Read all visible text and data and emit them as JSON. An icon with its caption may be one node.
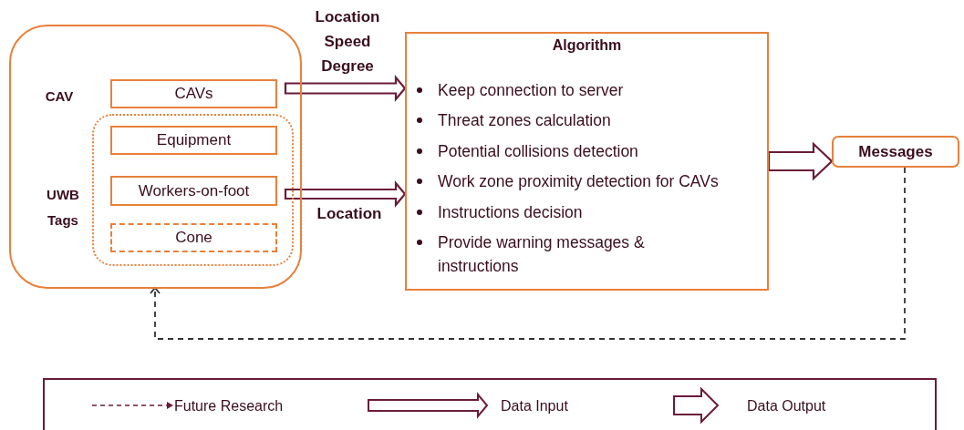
{
  "diagram": {
    "nodes": [
      {
        "text": [
          "CAV",
          "UWB Tags"
        ]
      },
      {
        "text": [
          "CAVs"
        ],
        "in": 0
      },
      {
        "text": [],
        "shape": "box",
        "in": 0
      },
      {
        "text": [
          "Equipment"
        ],
        "in": 2
      },
      {
        "text": [
          "Workers-on-foot"
        ],
        "in": 2
      },
      {
        "text": [
          "Cone"
        ],
        "in": 2
      },
      {
        "text": [
          "Algorithm",
          "Keep connection to server",
          "Threat zones calculation",
          "Potential collisions detection",
          "Work zone proximity detection for CAVs",
          "Instructions decision",
          "Provide warning messages & instructions"
        ]
      },
      {
        "text": [
          "Messages"
        ]
      }
    ],
    "edges": [
      {
        "from": 1,
        "to": 6,
        "arrow": "to",
        "label": "Location Speed Degree",
        "style": "thick"
      },
      {
        "from": 4,
        "to": 6,
        "arrow": "to",
        "label": "Location",
        "style": "thick"
      },
      {
        "from": 6,
        "to": 7,
        "arrow": "to",
        "style": "thick"
      },
      {
        "from": 7,
        "to": 0,
        "arrow": "to",
        "style": "dashed",
        "color": "#333333"
      }
    ],
    "legend": [
      {
        "text": "Future Research"
      },
      {
        "text": "Data Input"
      },
      {
        "text": "Data Output"
      }
    ]
  }
}
